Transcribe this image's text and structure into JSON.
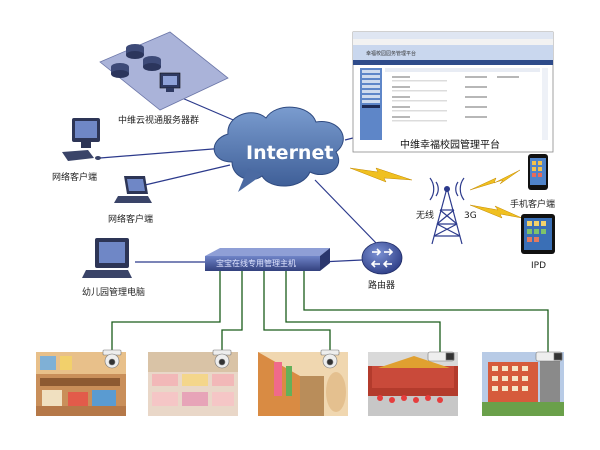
{
  "cloud": {
    "label": "Internet"
  },
  "server_cluster": {
    "label": "中维云视通服务器群"
  },
  "platform": {
    "caption": "中维幸福校园管理平台",
    "window_title": "幸福校园园务管理平台"
  },
  "clients": {
    "pc": "网络客户端",
    "laptop": "网络客户端",
    "kindergarten_pc": "幼儿园管理电脑"
  },
  "wireless": {
    "tower_left": "无线",
    "tower_right": "3G"
  },
  "mobile": {
    "phone": "手机客户端",
    "tablet": "IPD"
  },
  "router": {
    "label": "路由器"
  },
  "switch": {
    "label": "宝宝在线专用管理主机"
  },
  "colors": {
    "cloud": "#5a7fb8",
    "links": "#2c3a8c",
    "cameras": "#1a5c1a",
    "lightning": "#f0c020"
  }
}
